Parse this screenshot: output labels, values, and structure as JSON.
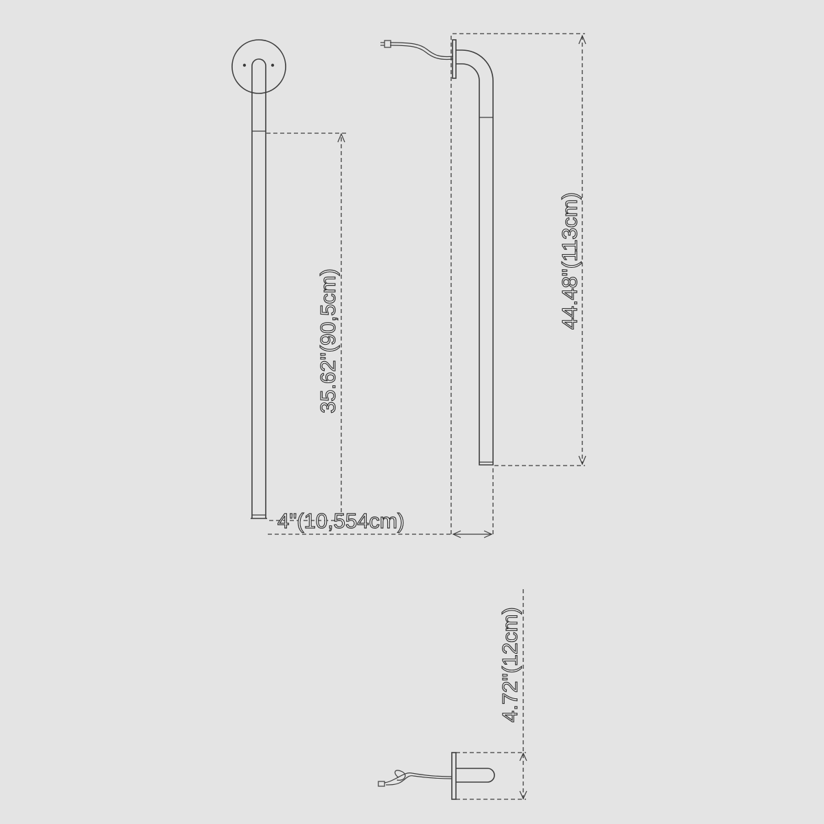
{
  "dimensions": {
    "front_length": "35.62\"(90,5cm)",
    "side_height": "44.48\"(113cm)",
    "depth": "4\"(10,554cm)",
    "top_view_width": "4.72\"(12cm)"
  },
  "colors": {
    "background": "#e4e4e4",
    "line": "#3c3c3c"
  }
}
